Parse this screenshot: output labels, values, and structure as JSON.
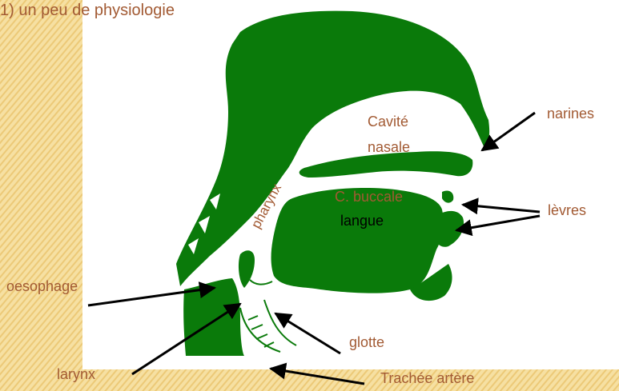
{
  "title": "1) un peu de physiologie",
  "labels": {
    "cavite": "Cavité",
    "nasale": "nasale",
    "narines": "narines",
    "c_buccale": "C. buccale",
    "langue": "langue",
    "levres": "lèvres",
    "pharynx": "pharynx",
    "oesophage": "oesophage",
    "glotte": "glotte",
    "larynx": "larynx",
    "trachee": "Trachée artère"
  },
  "colors": {
    "anatomy": "#0a7a0a",
    "label": "#a25a33",
    "stripe_light": "#f6e0a2",
    "stripe_dark": "#ecc977"
  }
}
